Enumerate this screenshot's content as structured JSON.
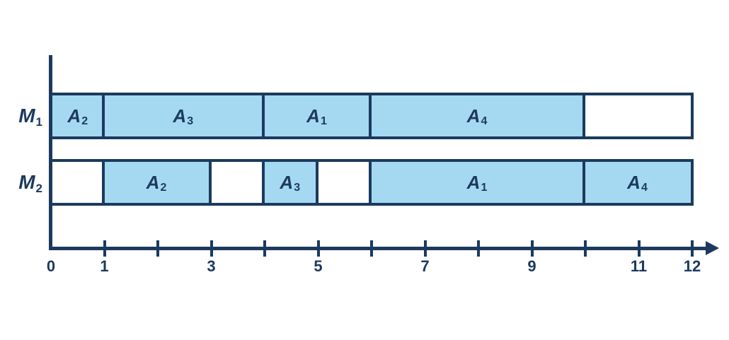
{
  "colors": {
    "navy": "#1b3a5e",
    "block_fill": "#a5d9f2",
    "background": "#ffffff"
  },
  "chart_data": {
    "type": "gantt",
    "title": "",
    "x_axis": {
      "label": "",
      "min": 0,
      "max": 12,
      "tick_step": 1,
      "labeled_ticks": [
        0,
        1,
        3,
        5,
        7,
        9,
        11,
        12
      ],
      "arrow_right": true
    },
    "machines": [
      {
        "name": "M",
        "sub": "1",
        "segments": [
          {
            "task": "A",
            "sub": "2",
            "start": 0,
            "end": 1,
            "filled": true
          },
          {
            "task": "A",
            "sub": "3",
            "start": 1,
            "end": 4,
            "filled": true
          },
          {
            "task": "A",
            "sub": "1",
            "start": 4,
            "end": 6,
            "filled": true
          },
          {
            "task": "A",
            "sub": "4",
            "start": 6,
            "end": 10,
            "filled": true
          },
          {
            "task": "",
            "sub": "",
            "start": 10,
            "end": 12,
            "filled": false
          }
        ]
      },
      {
        "name": "M",
        "sub": "2",
        "segments": [
          {
            "task": "",
            "sub": "",
            "start": 0,
            "end": 1,
            "filled": false
          },
          {
            "task": "A",
            "sub": "2",
            "start": 1,
            "end": 3,
            "filled": true
          },
          {
            "task": "",
            "sub": "",
            "start": 3,
            "end": 4,
            "filled": false
          },
          {
            "task": "A",
            "sub": "3",
            "start": 4,
            "end": 5,
            "filled": true
          },
          {
            "task": "",
            "sub": "",
            "start": 5,
            "end": 6,
            "filled": false
          },
          {
            "task": "A",
            "sub": "1",
            "start": 6,
            "end": 10,
            "filled": true
          },
          {
            "task": "A",
            "sub": "4",
            "start": 10,
            "end": 12,
            "filled": true
          }
        ]
      }
    ]
  }
}
